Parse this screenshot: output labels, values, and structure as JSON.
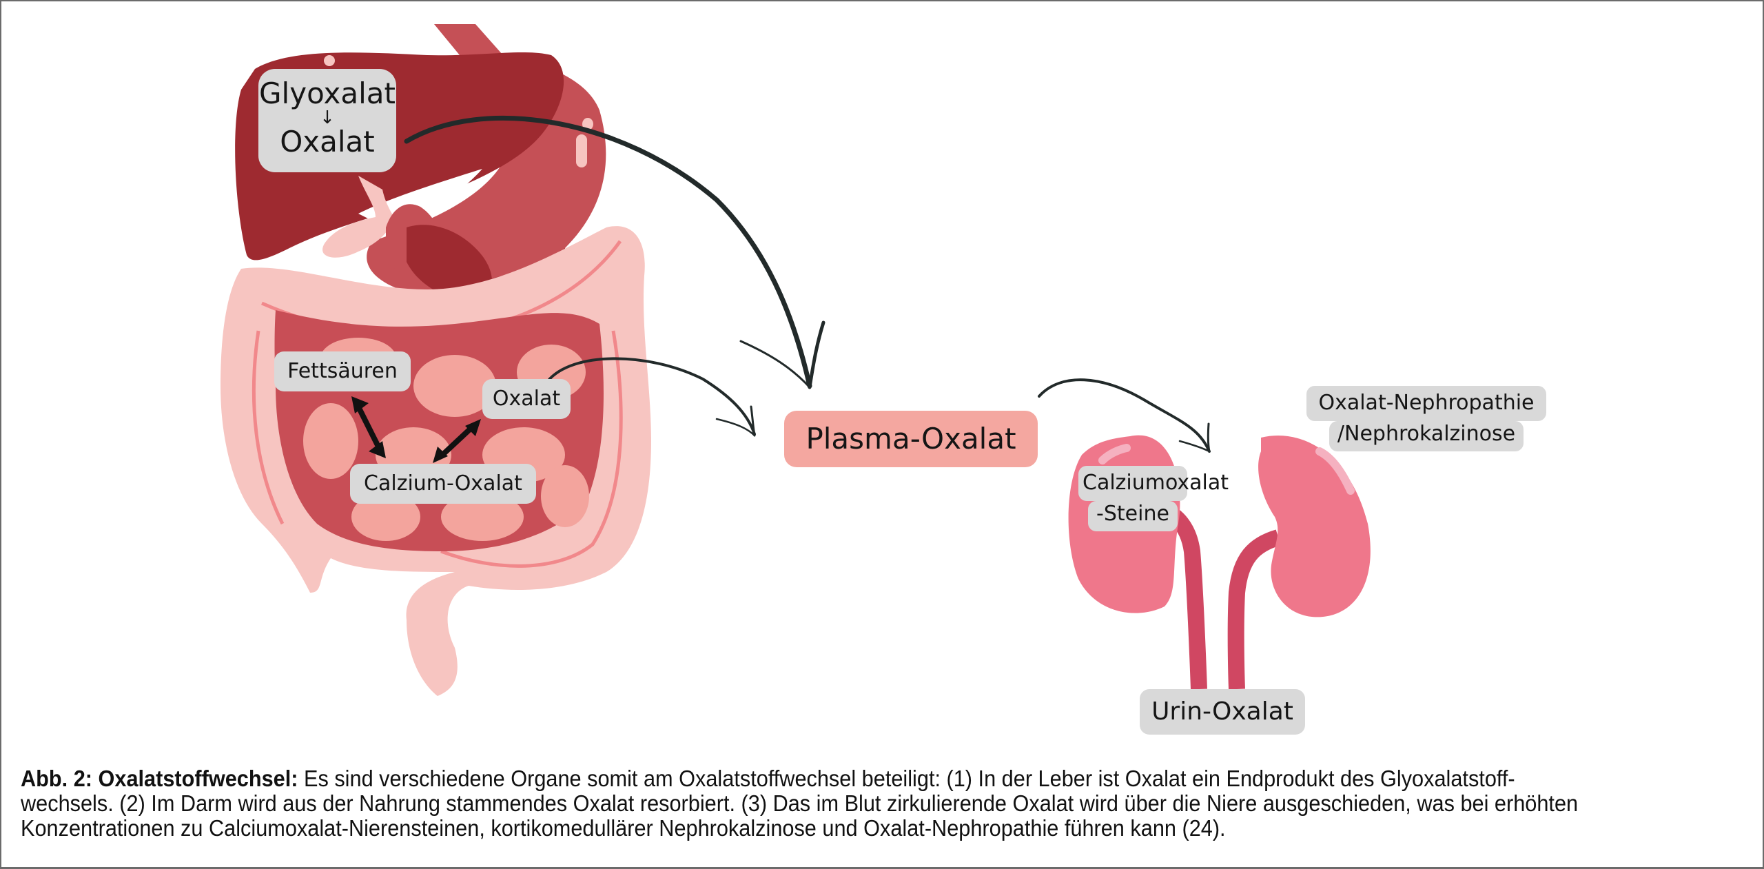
{
  "figure": {
    "labels": {
      "liver_box_line1": "Glyoxalat",
      "liver_box_arrow": "↓",
      "liver_box_line2": "Oxalat",
      "fatty_acids": "Fettsäuren",
      "gut_oxalate": "Oxalat",
      "calcium_oxalate": "Calzium-Oxalat",
      "plasma_oxalate": "Plasma-Oxalat",
      "stones_line1": "Calziumoxalat",
      "stones_line2": "-Steine",
      "nephropathy_line1": "Oxalat-Nephropathie",
      "nephropathy_line2": "/Nephrokalzinose",
      "urine_oxalate": "Urin-Oxalat"
    },
    "organs": [
      "liver",
      "stomach",
      "gallbladder",
      "small-intestine",
      "large-intestine",
      "kidneys",
      "ureters"
    ],
    "flows": [
      {
        "from": "Oxalat (Leber)",
        "to": "Plasma-Oxalat"
      },
      {
        "from": "Oxalat (Darm)",
        "to": "Plasma-Oxalat"
      },
      {
        "from": "Plasma-Oxalat",
        "to": "Nieren"
      },
      {
        "from": "Fettsäuren",
        "to": "Calzium-Oxalat",
        "bidirectional": true
      },
      {
        "from": "Oxalat (Darm)",
        "to": "Calzium-Oxalat",
        "bidirectional": true
      }
    ],
    "colors": {
      "liver": "#9e2a30",
      "stomach": "#c55056",
      "intestine_light": "#f7c5c1",
      "intestine_mid": "#f3a49d",
      "intestine_dark": "#c84e56",
      "kidney": "#ef778b",
      "ureter": "#d04762",
      "label_bg": "#d9d9d9",
      "plasma_bg": "#f4a7a0",
      "arrow": "#222a2a"
    }
  },
  "caption": {
    "title": "Abb. 2: Oxalatstoffwechsel:",
    "text": " Es sind verschiedene Organe somit am Oxalatstoffwechsel beteiligt: (1) In der Leber ist Oxalat ein Endprodukt des Glyoxalatstoff-wechsels. (2) Im Darm wird aus der Nahrung stammendes Oxalat resorbiert. (3) Das im Blut zirkulierende Oxalat wird über die Niere ausgeschieden, was bei erhöhten Konzentrationen zu Calciumoxalat-Nierensteinen, kortikomedullärer Nephrokalzinose und Oxalat-Nephropathie führen kann (24)."
  }
}
